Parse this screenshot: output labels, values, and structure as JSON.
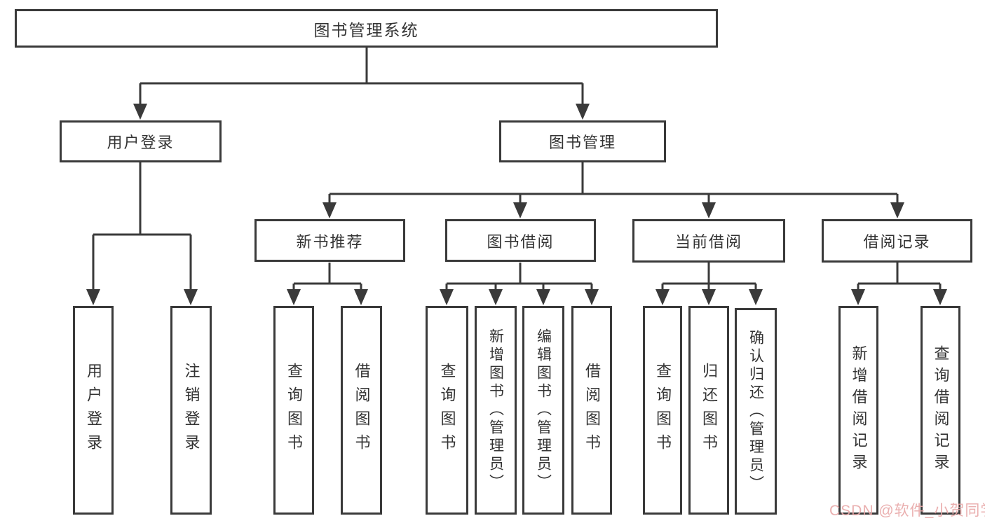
{
  "tree": {
    "root": {
      "label": "图书管理系统",
      "children": [
        {
          "label": "用户登录",
          "children": [
            {
              "label": "用户登录"
            },
            {
              "label": "注销登录"
            }
          ]
        },
        {
          "label": "图书管理",
          "children": [
            {
              "label": "新书推荐",
              "children": [
                {
                  "label": "查询图书"
                },
                {
                  "label": "借阅图书"
                }
              ]
            },
            {
              "label": "图书借阅",
              "children": [
                {
                  "label": "查询图书"
                },
                {
                  "label": "新增图书（管理员）"
                },
                {
                  "label": "编辑图书（管理员）"
                },
                {
                  "label": "借阅图书"
                }
              ]
            },
            {
              "label": "当前借阅",
              "children": [
                {
                  "label": "查询图书"
                },
                {
                  "label": "归还图书"
                },
                {
                  "label": "确认归还（管理员）"
                }
              ]
            },
            {
              "label": "借阅记录",
              "children": [
                {
                  "label": "新增借阅记录"
                },
                {
                  "label": "查询借阅记录"
                }
              ]
            }
          ]
        }
      ]
    }
  },
  "watermark": {
    "text": "CSDN @软件_小贺同学"
  },
  "colors": {
    "line": "#3a3a3a",
    "text": "#333333",
    "watermark": "#e8a7a7",
    "canvas-bg": "#ffffff"
  }
}
